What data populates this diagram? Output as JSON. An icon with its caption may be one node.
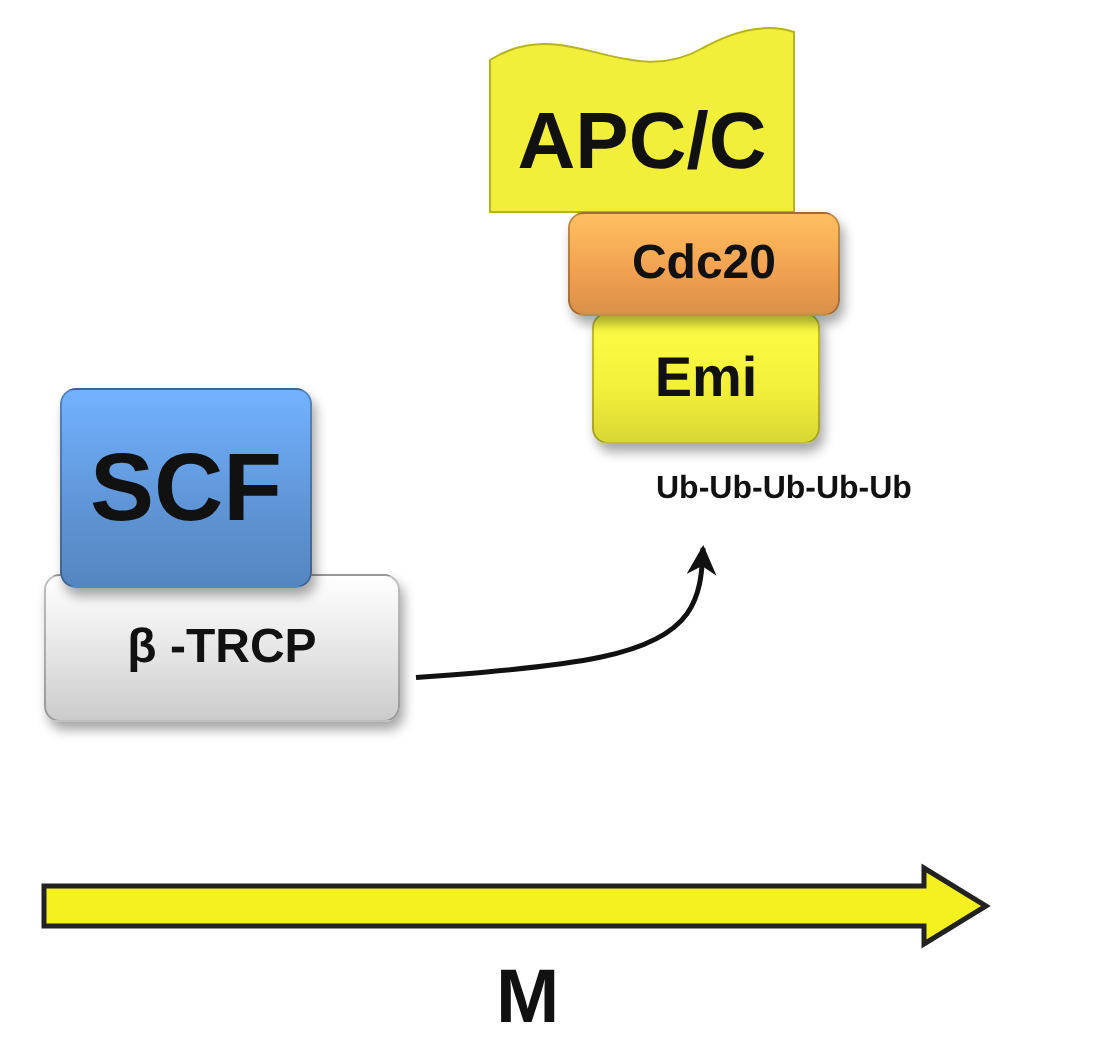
{
  "diagram": {
    "nodes": [
      {
        "text": [
          "APC/C"
        ]
      },
      {
        "text": [
          "Cdc20"
        ]
      },
      {
        "text": [
          "Emi"
        ]
      },
      {
        "text": [
          "Ub-Ub-Ub-Ub-Ub"
        ]
      },
      {
        "text": [
          "SCF"
        ]
      },
      {
        "text": [
          "β -TRCP"
        ]
      }
    ],
    "edges": [
      {
        "from": 5,
        "to": 3,
        "arrow": "to"
      }
    ],
    "labels": [
      "M"
    ]
  }
}
